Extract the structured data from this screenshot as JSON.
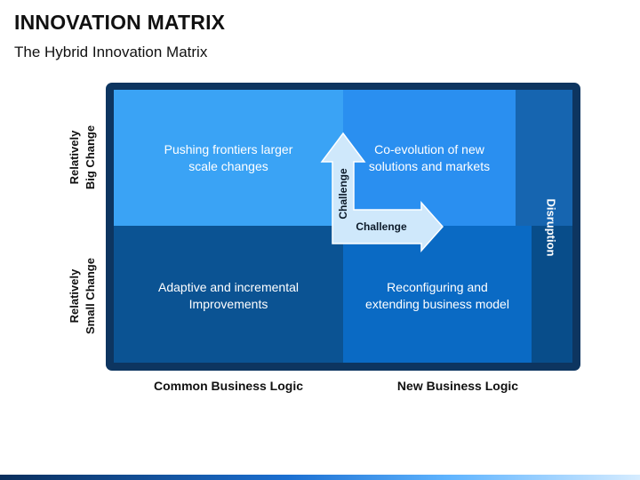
{
  "header": {
    "title": "INNOVATION MATRIX",
    "subtitle": "The Hybrid Innovation Matrix"
  },
  "y_axis": {
    "top": [
      "Relatively",
      "Big Change"
    ],
    "bottom": [
      "Relatively",
      "Small Change"
    ]
  },
  "x_axis": {
    "left": "Common Business Logic",
    "right": "New Business Logic"
  },
  "quadrants": {
    "top_left": [
      "Pushing frontiers larger",
      "scale changes"
    ],
    "top_right": [
      "Co-evolution of new",
      "solutions and markets"
    ],
    "bottom_left": [
      "Adaptive and incremental",
      "Improvements"
    ],
    "bottom_right": [
      "Reconfiguring and",
      "extending business model"
    ]
  },
  "side_label": "Disruption",
  "arrows": {
    "vertical": "Challenge",
    "horizontal": "Challenge"
  },
  "colors": {
    "frame": "#0d3560",
    "top_left": "#3aa3f5",
    "top_right": "#2a8ff0",
    "bottom_left": "#0b5393",
    "bottom_right": "#0a6ac4",
    "arrow_fill": "#cfe8fb"
  }
}
